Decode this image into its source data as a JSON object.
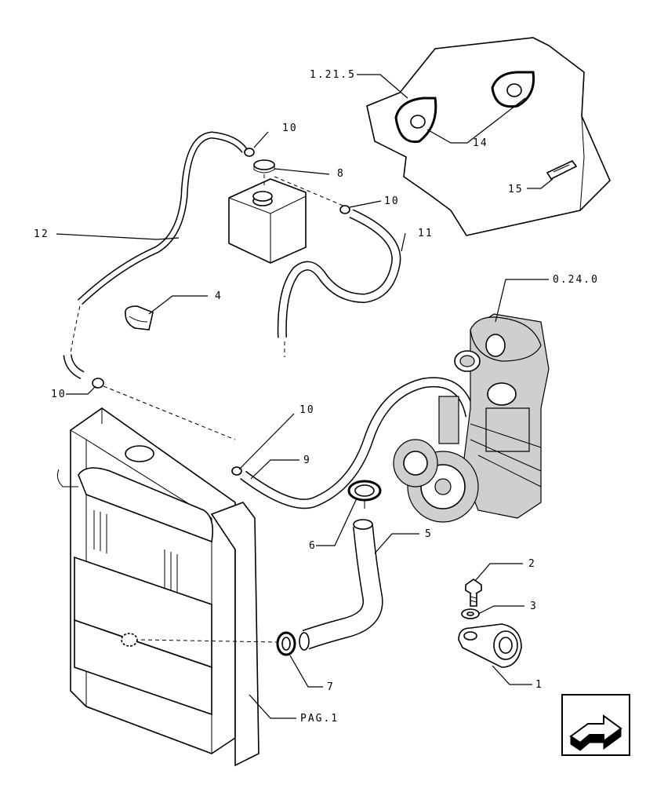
{
  "callouts": {
    "c1": "1",
    "c2": "2",
    "c3": "3",
    "c4": "4",
    "c5": "5",
    "c6": "6",
    "c7": "7",
    "c8": "8",
    "c9": "9",
    "c10a": "10",
    "c10b": "10",
    "c10c": "10",
    "c10d": "10",
    "c11": "11",
    "c12": "12",
    "c14": "14",
    "c15": "15",
    "ref_1215": "1.21.5",
    "ref_0240": "0.24.0",
    "ref_pag1": "PAG.1"
  },
  "nav": {
    "icon": "arrow-icon"
  }
}
